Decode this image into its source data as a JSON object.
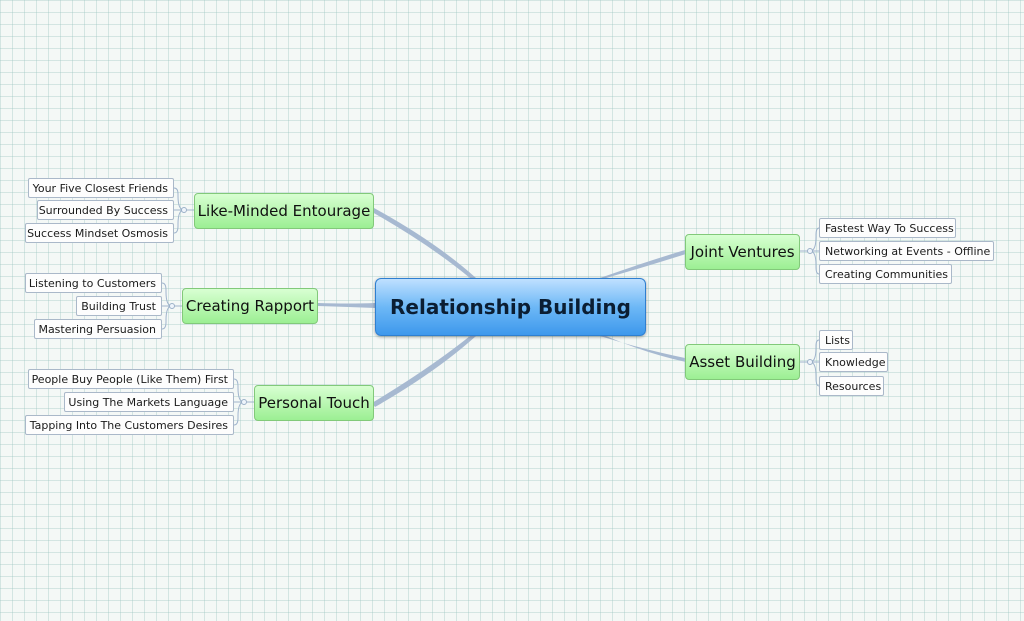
{
  "map": {
    "central": "Relationship Building",
    "branches": [
      {
        "label": "Like-Minded Entourage",
        "items": [
          "Your Five Closest Friends",
          "Surrounded By Success",
          "Success Mindset Osmosis"
        ]
      },
      {
        "label": "Creating Rapport",
        "items": [
          "Listening to Customers",
          "Building Trust",
          "Mastering Persuasion"
        ]
      },
      {
        "label": "Personal Touch",
        "items": [
          "People Buy People (Like Them) First",
          "Using The Markets Language",
          "Tapping Into The Customers Desires"
        ]
      },
      {
        "label": "Joint Ventures",
        "items": [
          "Fastest Way To Success",
          "Networking at Events - Offline",
          "Creating Communities"
        ]
      },
      {
        "label": "Asset Building",
        "items": [
          "Lists",
          "Knowledge",
          "Resources"
        ]
      }
    ]
  },
  "colors": {
    "central": "#6db8f6",
    "main_topic": "#9cef93",
    "connector": "#9fb3cc",
    "grid": "#96c3be"
  }
}
